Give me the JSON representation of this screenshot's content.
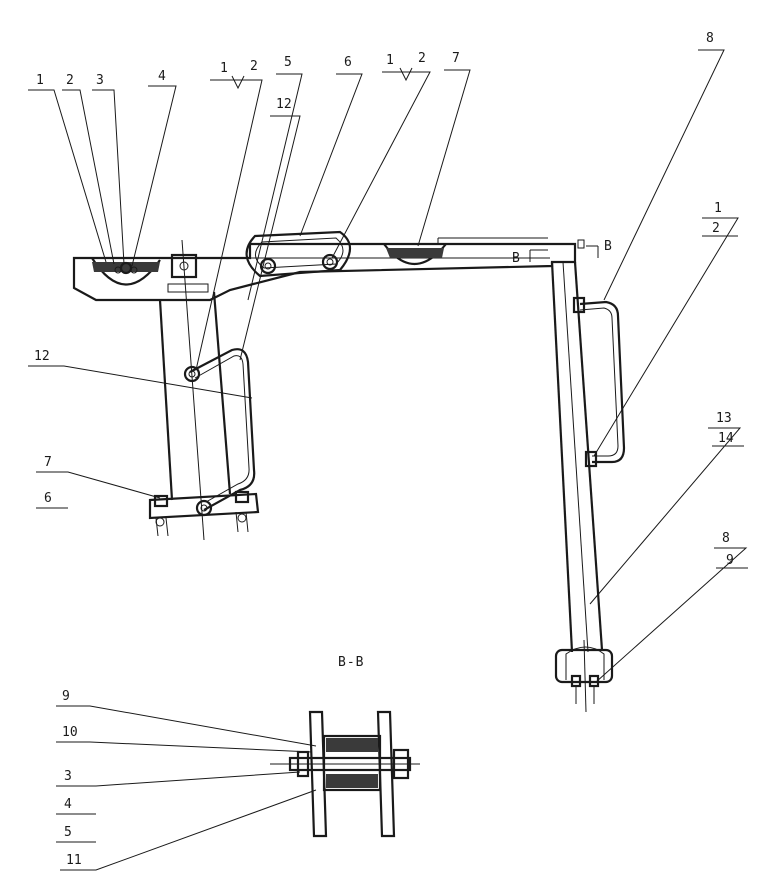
{
  "section_label": "B-B",
  "cut_marks": {
    "left": "B",
    "right": "B"
  },
  "colors": {
    "ink": "#1a1a1a",
    "paper": "#ffffff",
    "hatch": "#3a3a3a"
  },
  "callouts": [
    {
      "id": "c-1a",
      "text": "1"
    },
    {
      "id": "c-2a",
      "text": "2"
    },
    {
      "id": "c-3a",
      "text": "3"
    },
    {
      "id": "c-4a",
      "text": "4"
    },
    {
      "id": "c-1b",
      "text": "1"
    },
    {
      "id": "c-2b",
      "text": "2"
    },
    {
      "id": "c-5",
      "text": "5"
    },
    {
      "id": "c-12a",
      "text": "12"
    },
    {
      "id": "c-6a",
      "text": "6"
    },
    {
      "id": "c-1c",
      "text": "1"
    },
    {
      "id": "c-2c",
      "text": "2"
    },
    {
      "id": "c-7a",
      "text": "7"
    },
    {
      "id": "c-8a",
      "text": "8"
    },
    {
      "id": "c-1d",
      "text": "1"
    },
    {
      "id": "c-2d",
      "text": "2"
    },
    {
      "id": "c-12b",
      "text": "12"
    },
    {
      "id": "c-7b",
      "text": "7"
    },
    {
      "id": "c-6b",
      "text": "6"
    },
    {
      "id": "c-13",
      "text": "13"
    },
    {
      "id": "c-14",
      "text": "14"
    },
    {
      "id": "c-8b",
      "text": "8"
    },
    {
      "id": "c-9a",
      "text": "9"
    },
    {
      "id": "c-9b",
      "text": "9"
    },
    {
      "id": "c-10",
      "text": "10"
    },
    {
      "id": "c-3b",
      "text": "3"
    },
    {
      "id": "c-4b",
      "text": "4"
    },
    {
      "id": "c-5b",
      "text": "5"
    },
    {
      "id": "c-11",
      "text": "11"
    }
  ]
}
